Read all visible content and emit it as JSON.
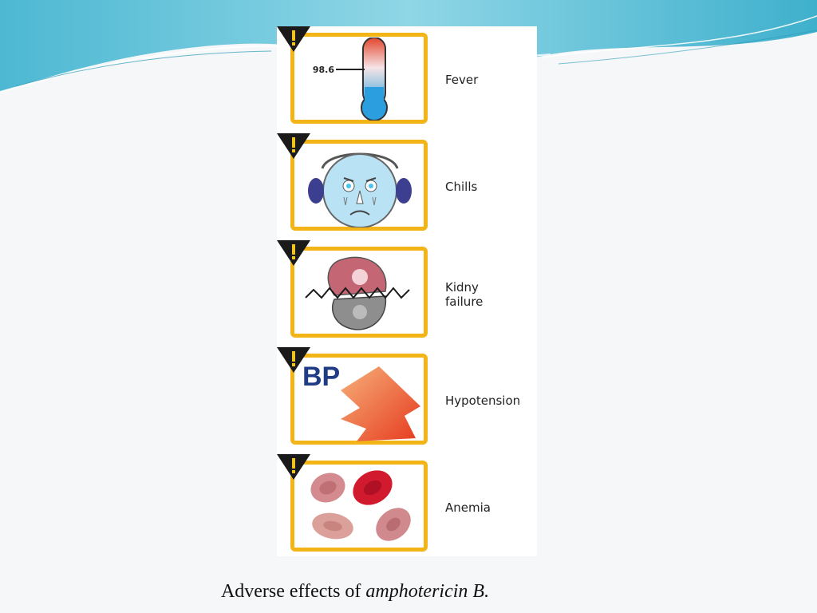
{
  "slide": {
    "background": "#f5f7f9",
    "accent": "#5bc3d8"
  },
  "figure": {
    "frame_color": "#f2b417",
    "panels": [
      {
        "id": "fever",
        "label": "Fever",
        "icon": "thermometer-icon",
        "reading": "98.6"
      },
      {
        "id": "chills",
        "label": "Chills",
        "icon": "cold-face-icon"
      },
      {
        "id": "kidney",
        "label": "Kidny\nfailure",
        "icon": "kidney-icon"
      },
      {
        "id": "hypotension",
        "label": "Hypotension",
        "icon": "bp-down-arrow-icon",
        "badge": "BP"
      },
      {
        "id": "anemia",
        "label": "Anemia",
        "icon": "red-blood-cells-icon"
      }
    ]
  },
  "caption": {
    "prefix": "Adverse effects of ",
    "drug": "amphotericin B."
  }
}
